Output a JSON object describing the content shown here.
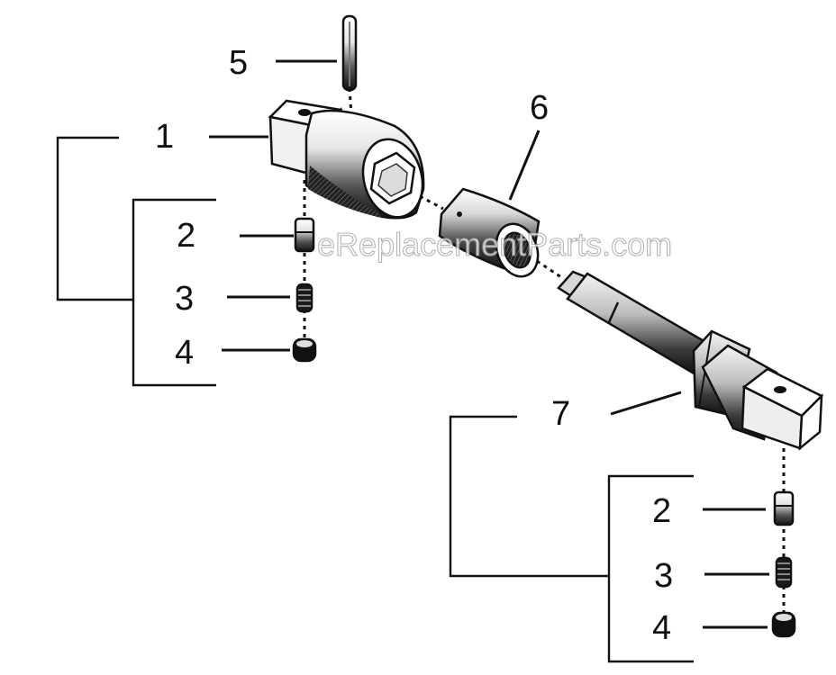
{
  "watermark": "eReplacementParts.com",
  "callouts": {
    "part_1": "1",
    "part_2_upper": "2",
    "part_3_upper": "3",
    "part_4_upper": "4",
    "part_5": "5",
    "part_6": "6",
    "part_7": "7",
    "part_2_lower": "2",
    "part_3_lower": "3",
    "part_4_lower": "4"
  },
  "colors": {
    "ink": "#111111",
    "paper": "#ffffff"
  }
}
